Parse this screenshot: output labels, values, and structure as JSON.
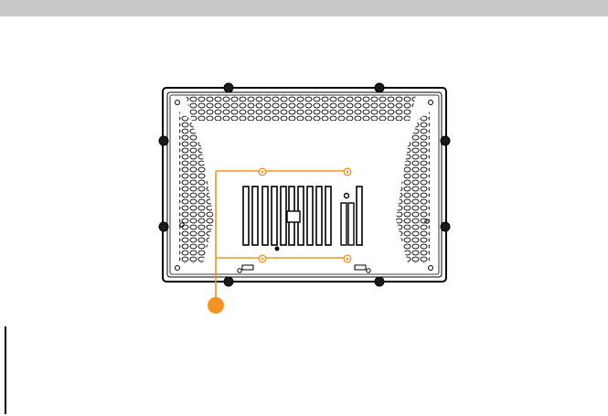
{
  "figure": {
    "callout_count": 1
  },
  "colors": {
    "header_bar": "#c8c8c8",
    "line_art": "#000000",
    "highlight": "#f39322",
    "panel_fill": "#ffffff"
  },
  "parts": {
    "vesa_mount_points": 4,
    "dimm_slots": 11,
    "edge_mounting_clips": 8
  }
}
